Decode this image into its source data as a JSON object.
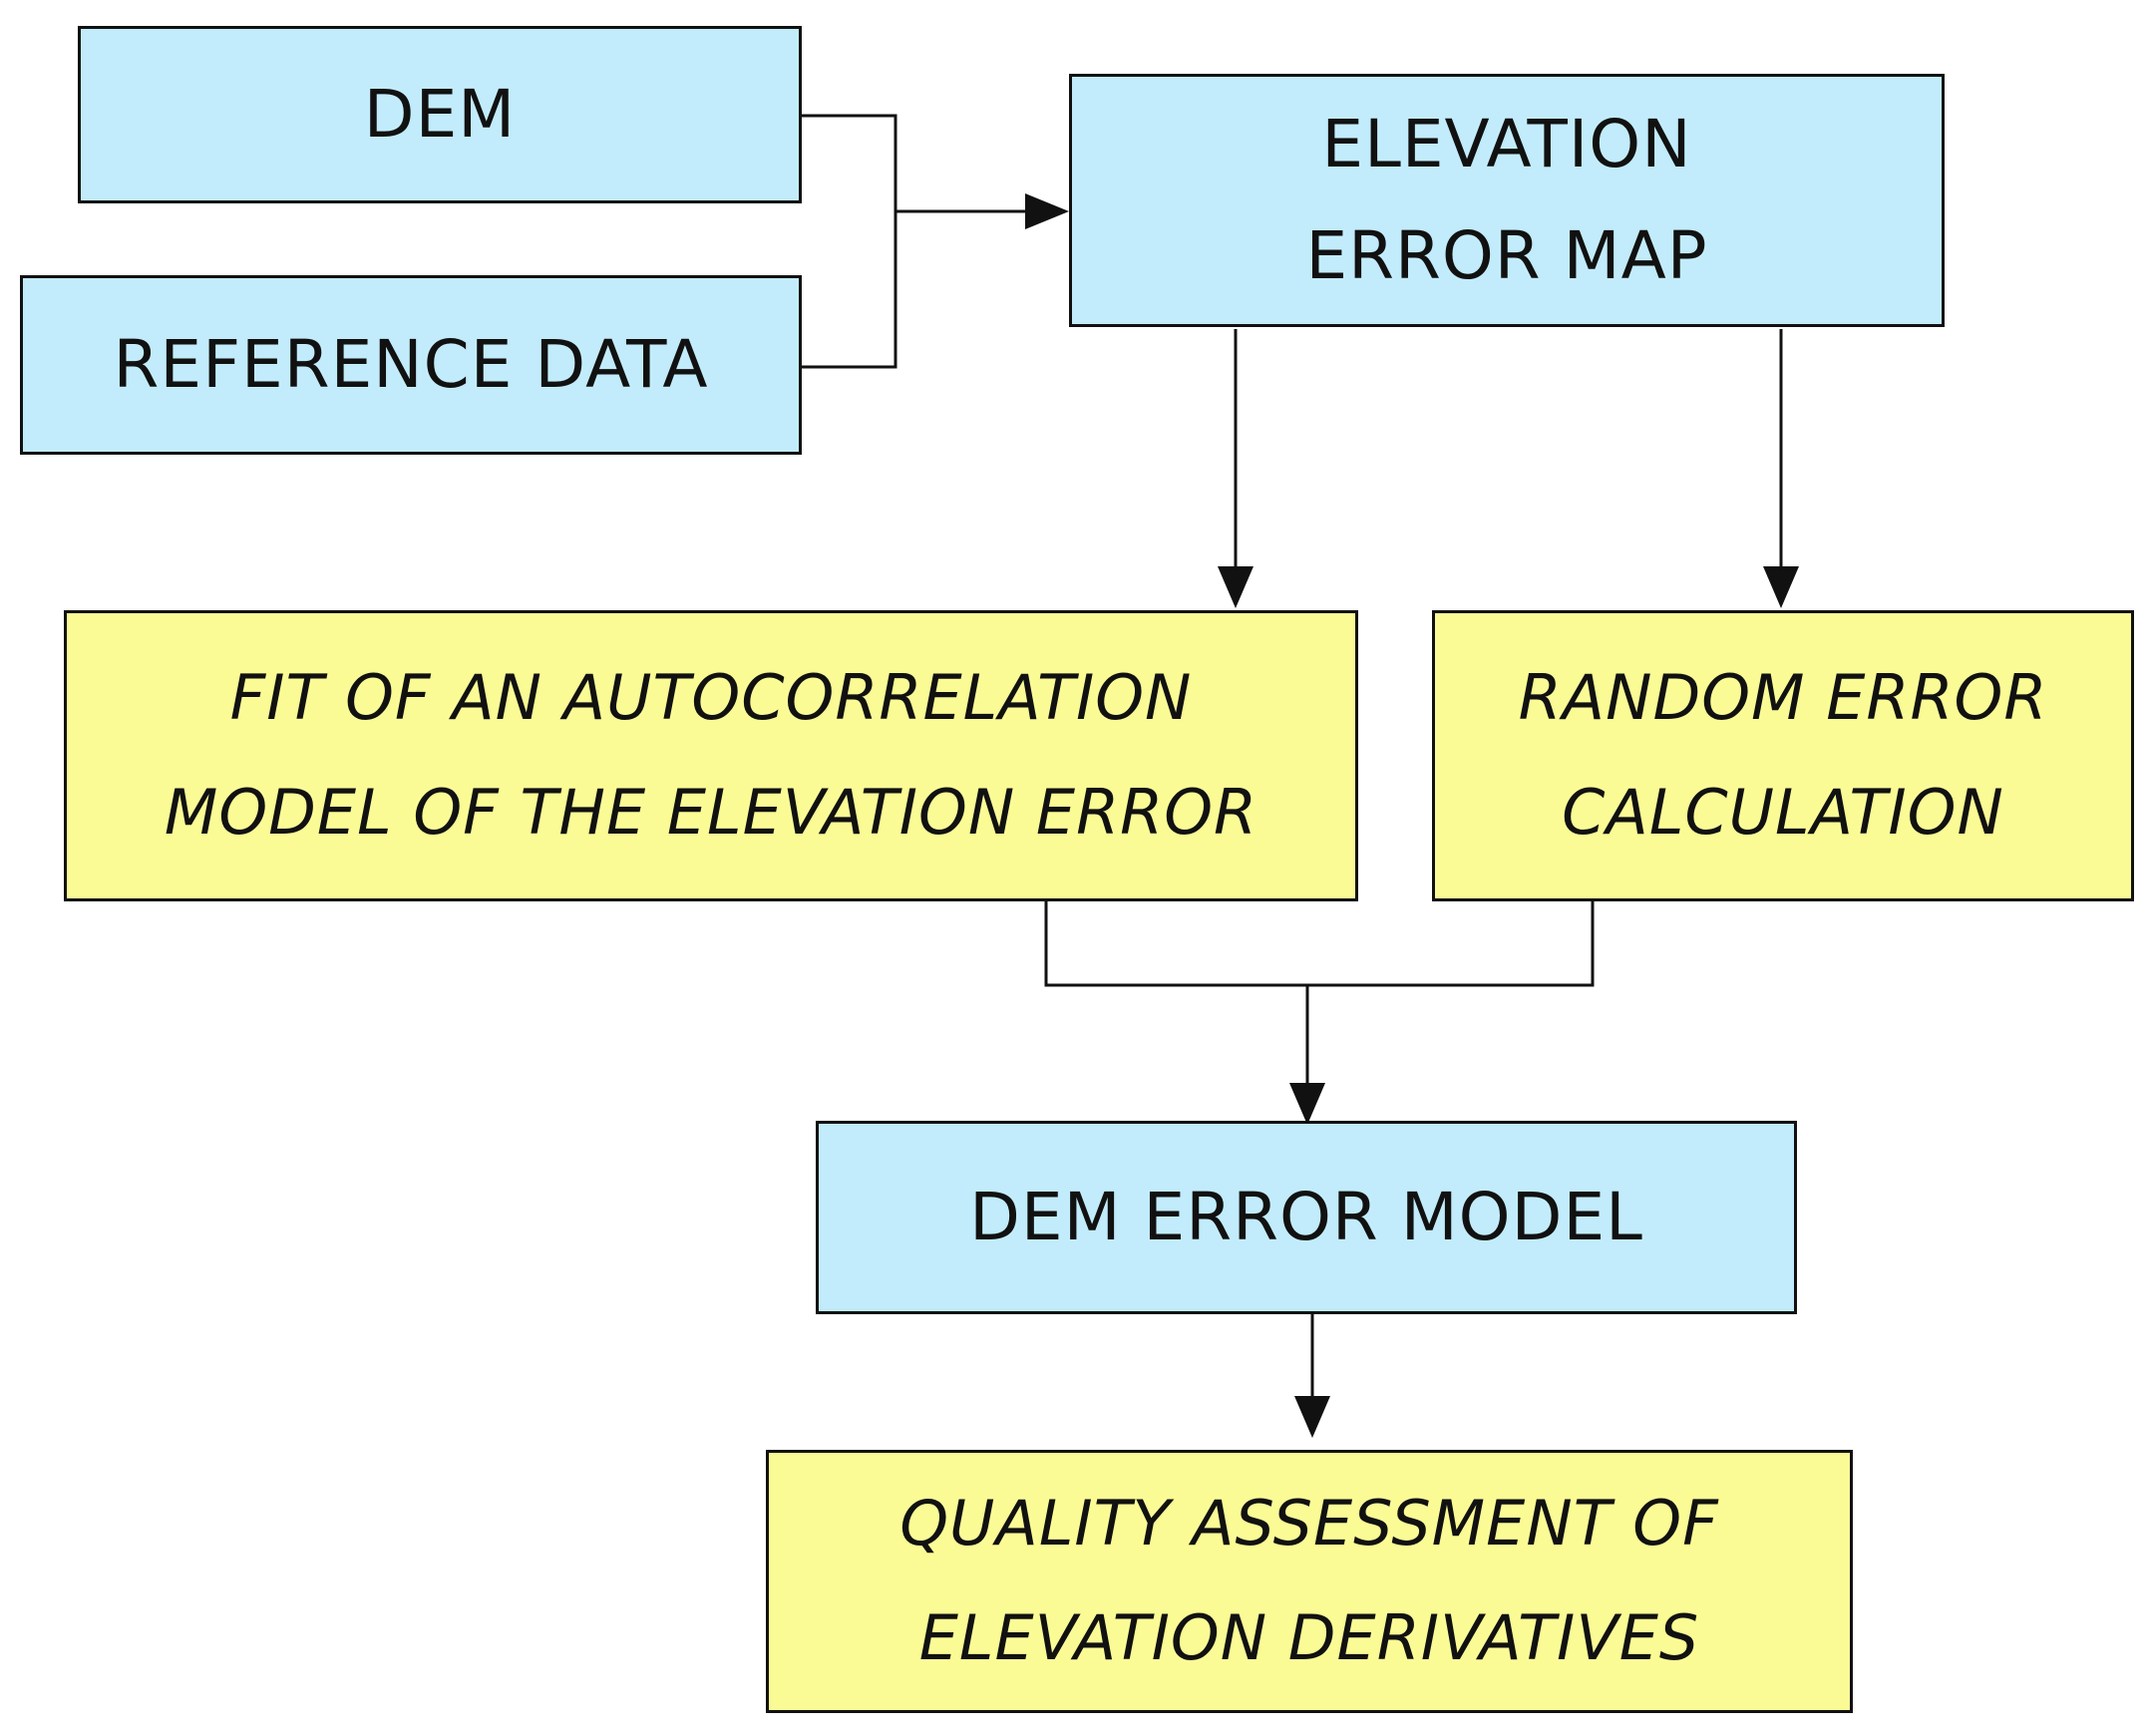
{
  "colors": {
    "input_box": "#c2ecfb",
    "process_box": "#fbfb96",
    "border": "#111111",
    "connector": "#111111"
  },
  "nodes": {
    "dem": {
      "lines": [
        "DEM"
      ]
    },
    "reference_data": {
      "lines": [
        "REFERENCE  DATA"
      ]
    },
    "elevation_error_map": {
      "lines": [
        "ELEVATION",
        "ERROR MAP"
      ]
    },
    "autocorrelation_fit": {
      "lines": [
        "FIT OF AN AUTOCORRELATION",
        "MODEL  OF  THE  ELEVATION  ERROR"
      ]
    },
    "random_error": {
      "lines": [
        "RANDOM  ERROR",
        "CALCULATION"
      ]
    },
    "dem_error_model": {
      "lines": [
        "DEM ERROR MODEL"
      ]
    },
    "quality_assessment": {
      "lines": [
        "QUALITY  ASSESSMENT  OF",
        "ELEVATION  DERIVATIVES"
      ]
    }
  },
  "edges": [
    {
      "from": "dem",
      "to": "elevation_error_map"
    },
    {
      "from": "reference_data",
      "to": "elevation_error_map"
    },
    {
      "from": "elevation_error_map",
      "to": "autocorrelation_fit"
    },
    {
      "from": "elevation_error_map",
      "to": "random_error"
    },
    {
      "from": "autocorrelation_fit",
      "to": "dem_error_model"
    },
    {
      "from": "random_error",
      "to": "dem_error_model"
    },
    {
      "from": "dem_error_model",
      "to": "quality_assessment"
    }
  ]
}
